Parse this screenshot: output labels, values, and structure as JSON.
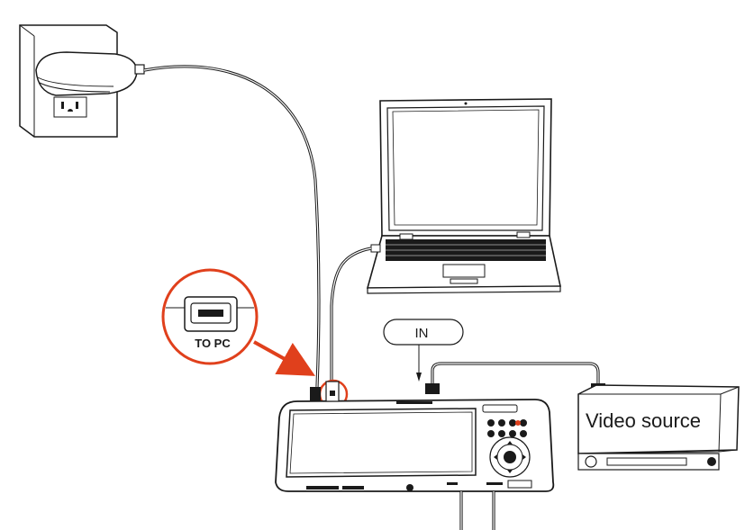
{
  "labels": {
    "zoom_label": "TO PC",
    "in_label": "IN",
    "video_source_label": "Video source"
  },
  "colors": {
    "highlight": "#e0401c",
    "line": "#1a1a1a",
    "background": "#ffffff"
  }
}
